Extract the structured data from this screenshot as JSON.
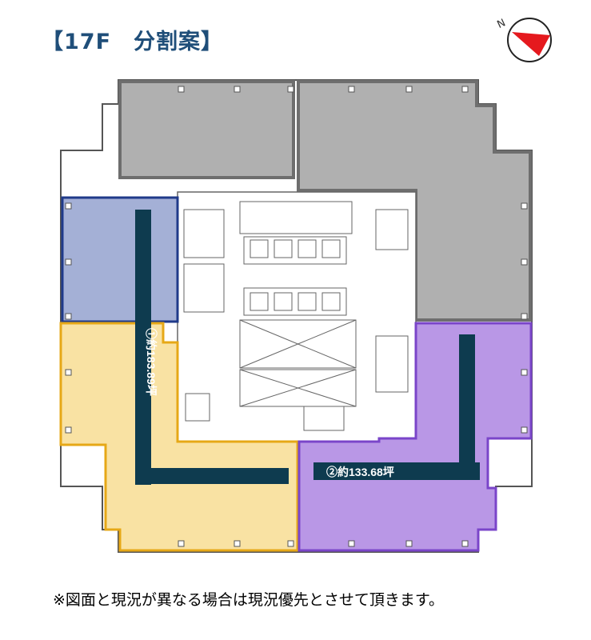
{
  "title": "【17F　分割案】",
  "compass": {
    "north_label": "N",
    "arrow_color": "#e5191e"
  },
  "units": [
    {
      "id": "1",
      "label": "①約183.89坪",
      "color": "#f9e2a3",
      "stroke": "#e6a817",
      "upper_color": "#a4b0d6",
      "upper_stroke": "#1f3a8a"
    },
    {
      "id": "2",
      "label": "②約133.68坪",
      "color": "#b997e6",
      "stroke": "#7a45c9"
    }
  ],
  "occupied_color": "#b0b0b0",
  "footnote": "※図面と現況が異なる場合は現況優先とさせて頂きます。"
}
